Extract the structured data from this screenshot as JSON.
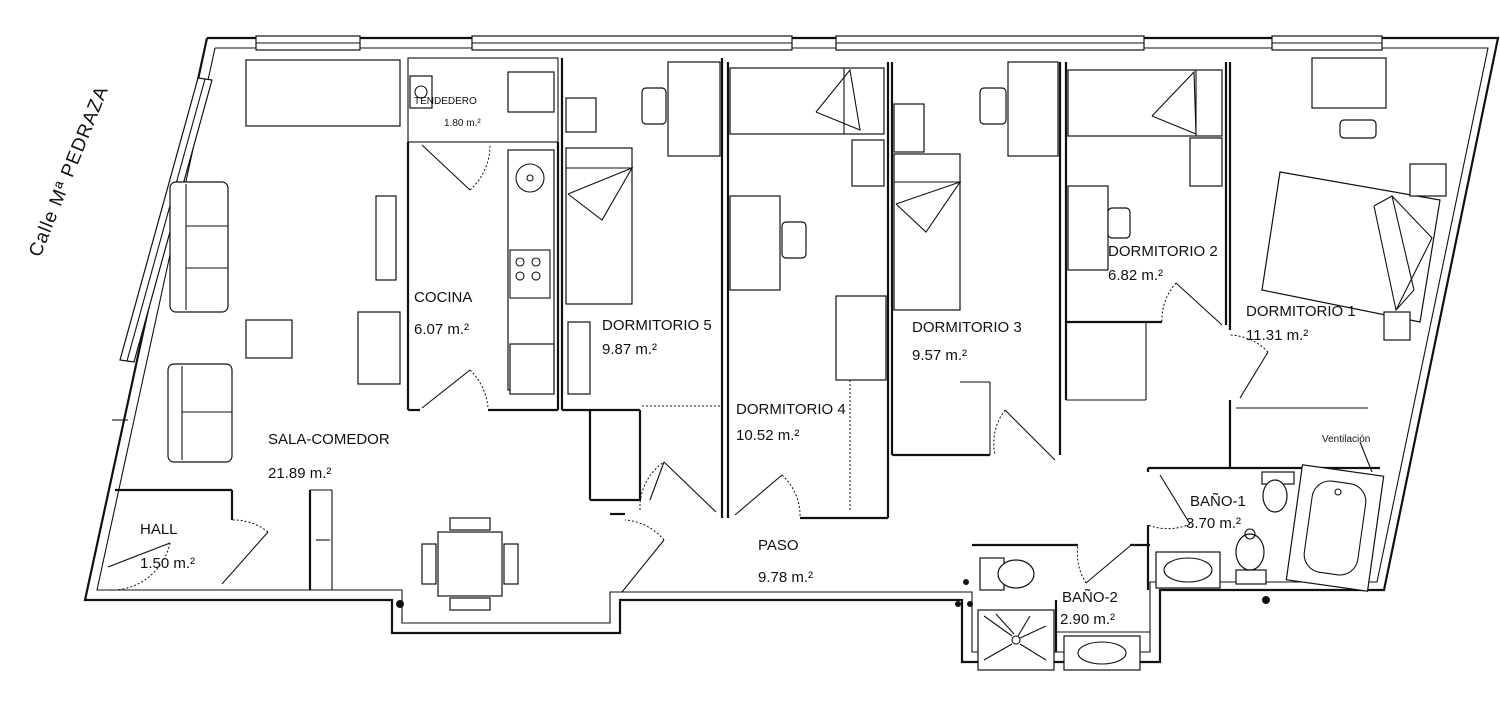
{
  "street": "Calle  Mª PEDRAZA",
  "rooms": {
    "tendedero": {
      "name": "TENDEDERO",
      "area": "1.80 m.²"
    },
    "cocina": {
      "name": "COCINA",
      "area": "6.07 m.²"
    },
    "dormitorio5": {
      "name": "DORMITORIO 5",
      "area": "9.87 m.²"
    },
    "dormitorio4": {
      "name": "DORMITORIO 4",
      "area": "10.52 m.²"
    },
    "dormitorio3": {
      "name": "DORMITORIO 3",
      "area": "9.57 m.²"
    },
    "dormitorio2": {
      "name": "DORMITORIO 2",
      "area": "6.82 m.²"
    },
    "dormitorio1": {
      "name": "DORMITORIO 1",
      "area": "11.31 m.²"
    },
    "sala": {
      "name": "SALA-COMEDOR",
      "area": "21.89 m.²"
    },
    "hall": {
      "name": "HALL",
      "area": "1.50 m.²"
    },
    "paso": {
      "name": "PASO",
      "area": "9.78 m.²"
    },
    "bano1": {
      "name": "BAÑO-1",
      "area": "3.70 m.²"
    },
    "bano2": {
      "name": "BAÑO-2",
      "area": "2.90 m.²"
    }
  },
  "ventilacion": "Ventilación"
}
